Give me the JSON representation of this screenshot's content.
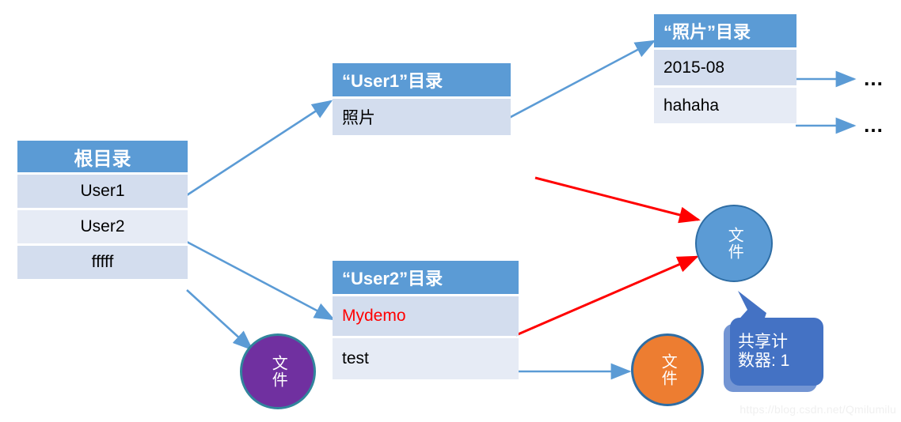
{
  "diagram": {
    "title": "File system directory tree with shared file reference counter",
    "watermark": "https://blog.csdn.net/Qmilumilu",
    "colors": {
      "header_blue": "#5b9bd5",
      "row_odd": "#d3ddee",
      "row_even": "#e6ebf5",
      "red_arrow": "#ff0000",
      "blue_arrow": "#5b9bd5",
      "circle_blue": "#5b9bd5",
      "circle_purple": "#7030a0",
      "circle_orange": "#ed7d31",
      "callout_blue": "#4472c4",
      "red_text": "#ff0000"
    }
  },
  "tables": {
    "root": {
      "header": "根目录",
      "rows": [
        {
          "label": "User1"
        },
        {
          "label": "User2"
        },
        {
          "label": "fffff"
        }
      ]
    },
    "user1_dir": {
      "header": "“User1”目录",
      "rows": [
        {
          "label": "照片"
        }
      ]
    },
    "photo_dir": {
      "header": "“照片”目录",
      "rows": [
        {
          "label": "2015-08"
        },
        {
          "label": "hahaha"
        }
      ]
    },
    "user2_dir": {
      "header": "“User2”目录",
      "rows": [
        {
          "label": "Mydemo"
        },
        {
          "label": "test"
        }
      ]
    }
  },
  "ellipses": [
    {
      "label": "…"
    },
    {
      "label": "…"
    }
  ],
  "circles": {
    "blue_file": {
      "label": "文件"
    },
    "purple_file": {
      "label": "文件"
    },
    "orange_file": {
      "label": "文件"
    }
  },
  "callout": {
    "line1": "共享计",
    "line2": "数器: 1"
  }
}
